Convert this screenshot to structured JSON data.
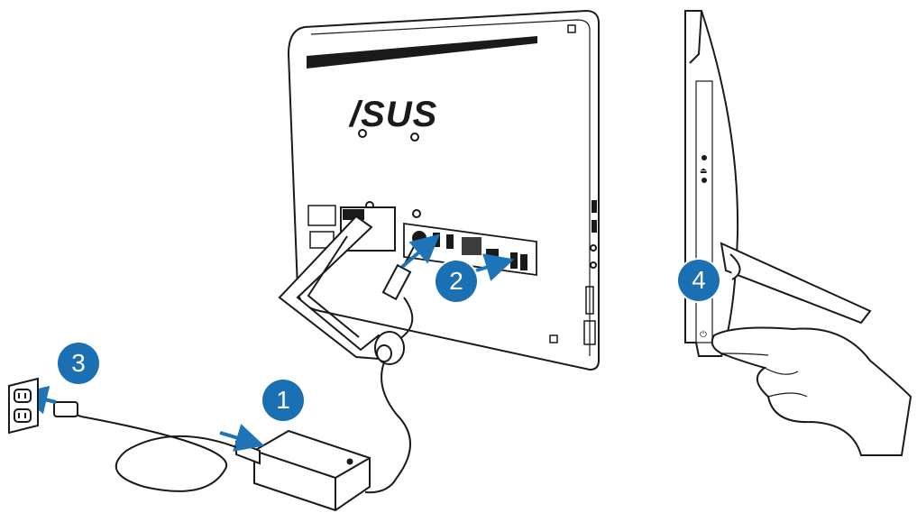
{
  "brand": {
    "logo_text": "/SUS"
  },
  "steps": [
    {
      "number": "1",
      "meaning": "connect power cord to adapter"
    },
    {
      "number": "2",
      "meaning": "connect adapter to DC-in port"
    },
    {
      "number": "3",
      "meaning": "plug into wall outlet"
    },
    {
      "number": "4",
      "meaning": "press power button"
    }
  ],
  "colors": {
    "step_badge": "#1b6fb3",
    "arrow": "#1f73b7",
    "line_art": "#1a1a1a"
  },
  "icons": [
    "asus-logo",
    "power-icon",
    "eject-icon",
    "usb-port-icon",
    "wall-outlet-icon",
    "power-adapter-icon",
    "hand-icon"
  ]
}
